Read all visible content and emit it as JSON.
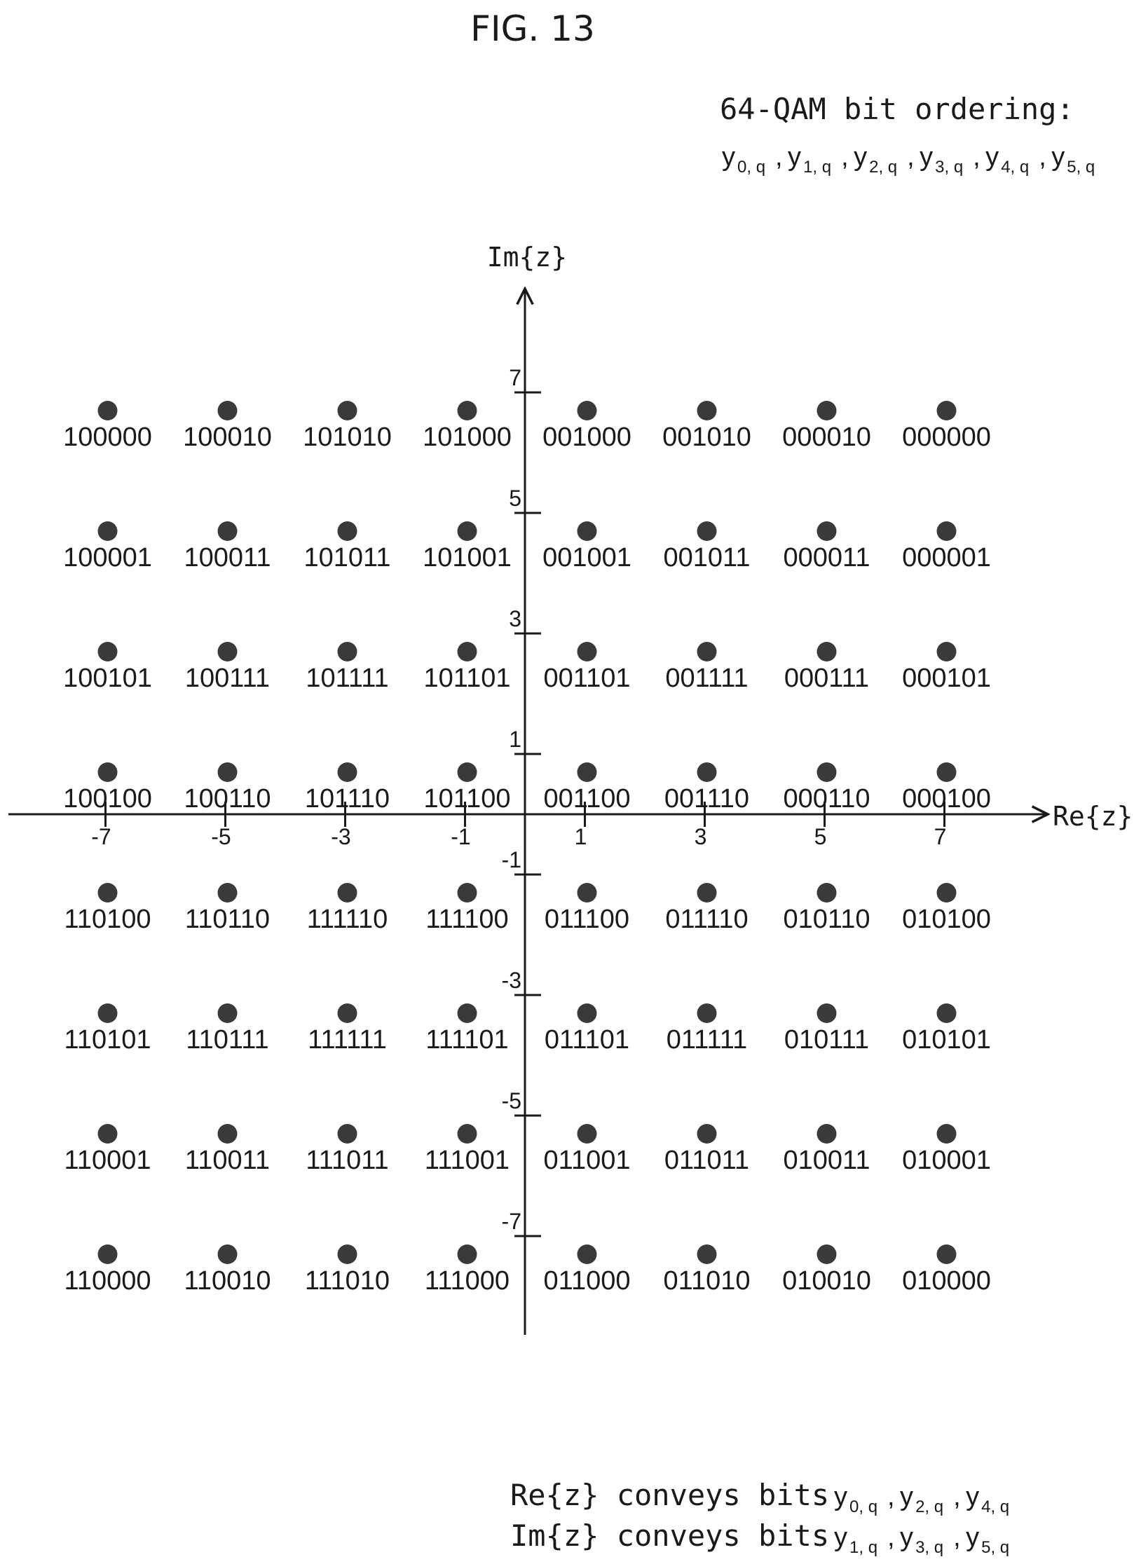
{
  "figure_title": "FIG. 13",
  "header": {
    "line1": "64-QAM bit ordering:",
    "line2": [
      {
        "base": "y",
        "sub": "0, q"
      },
      {
        "base": "y",
        "sub": "1, q"
      },
      {
        "base": "y",
        "sub": "2, q"
      },
      {
        "base": "y",
        "sub": "3, q"
      },
      {
        "base": "y",
        "sub": "4, q"
      },
      {
        "base": "y",
        "sub": "5, q"
      }
    ]
  },
  "axes": {
    "x_label": "Re{z}",
    "y_label": "Im{z}",
    "x_ticks": [
      "-7",
      "-5",
      "-3",
      "-1",
      "1",
      "3",
      "5",
      "7"
    ],
    "y_ticks": [
      "7",
      "5",
      "3",
      "1",
      "-1",
      "-3",
      "-5",
      "-7"
    ]
  },
  "constellation": {
    "re_values": [
      -7,
      -5,
      -3,
      -1,
      1,
      3,
      5,
      7
    ],
    "im_values": [
      7,
      5,
      3,
      1,
      -1,
      -3,
      -5,
      -7
    ],
    "rows": [
      [
        "100000",
        "100010",
        "101010",
        "101000",
        "001000",
        "001010",
        "000010",
        "000000"
      ],
      [
        "100001",
        "100011",
        "101011",
        "101001",
        "001001",
        "001011",
        "000011",
        "000001"
      ],
      [
        "100101",
        "100111",
        "101111",
        "101101",
        "001101",
        "001111",
        "000111",
        "000101"
      ],
      [
        "100100",
        "100110",
        "101110",
        "101100",
        "001100",
        "001110",
        "000110",
        "000100"
      ],
      [
        "110100",
        "110110",
        "111110",
        "111100",
        "011100",
        "011110",
        "010110",
        "010100"
      ],
      [
        "110101",
        "110111",
        "111111",
        "111101",
        "011101",
        "011111",
        "010111",
        "010101"
      ],
      [
        "110001",
        "110011",
        "111011",
        "111001",
        "011001",
        "011011",
        "010011",
        "010001"
      ],
      [
        "110000",
        "110010",
        "111010",
        "111000",
        "011000",
        "011010",
        "010010",
        "010000"
      ]
    ]
  },
  "footer": {
    "re_line": {
      "prefix": "Re{z} conveys bits",
      "bits": [
        {
          "base": "y",
          "sub": "0, q"
        },
        {
          "base": "y",
          "sub": "2, q"
        },
        {
          "base": "y",
          "sub": "4, q"
        }
      ]
    },
    "im_line": {
      "prefix": "Im{z} conveys bits",
      "bits": [
        {
          "base": "y",
          "sub": "1, q"
        },
        {
          "base": "y",
          "sub": "3, q"
        },
        {
          "base": "y",
          "sub": "5, q"
        }
      ]
    }
  }
}
